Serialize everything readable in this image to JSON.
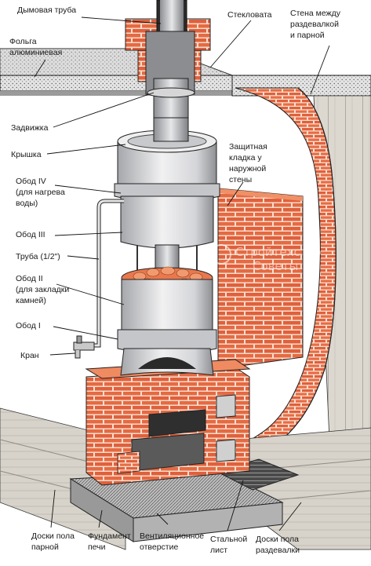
{
  "labels": {
    "chimney": "Дымовая труба",
    "glass_wool": "Стекловата",
    "partition_wall": [
      "Стена между",
      "раздевалкой",
      "и парной"
    ],
    "foil": [
      "Фольга",
      "алюминиевая"
    ],
    "damper": "Задвижка",
    "lid": "Крышка",
    "protective_masonry": [
      "Защитная",
      "кладка у",
      "наружной",
      "стены"
    ],
    "rim4": [
      "Обод IV",
      "(для нагрева",
      "воды)"
    ],
    "rim3": "Обод III",
    "pipe": "Труба (1/2\")",
    "rim2": [
      "Обод II",
      "(для закладки",
      "камней)"
    ],
    "rim1": "Обод I",
    "tap": "Кран",
    "floor_steam": [
      "Доски пола",
      "парной"
    ],
    "foundation": [
      "Фундамент",
      "печи"
    ],
    "vent": [
      "Вентиляционное",
      "отверстие"
    ],
    "steel_sheet": [
      "Стальной",
      "лист"
    ],
    "floor_dressing": [
      "Доски пола",
      "раздевалки"
    ]
  },
  "watermark": [
    "Стройтехство",
    "Советы"
  ],
  "colors": {
    "brick": "#e0603c",
    "brick_light": "#ef8a5e",
    "mortar": "#f6ddcd",
    "steel": "#d9dadc",
    "steel_dark": "#9a9ca0",
    "wood": "#c9c5bd",
    "stones": "#e9784c"
  }
}
